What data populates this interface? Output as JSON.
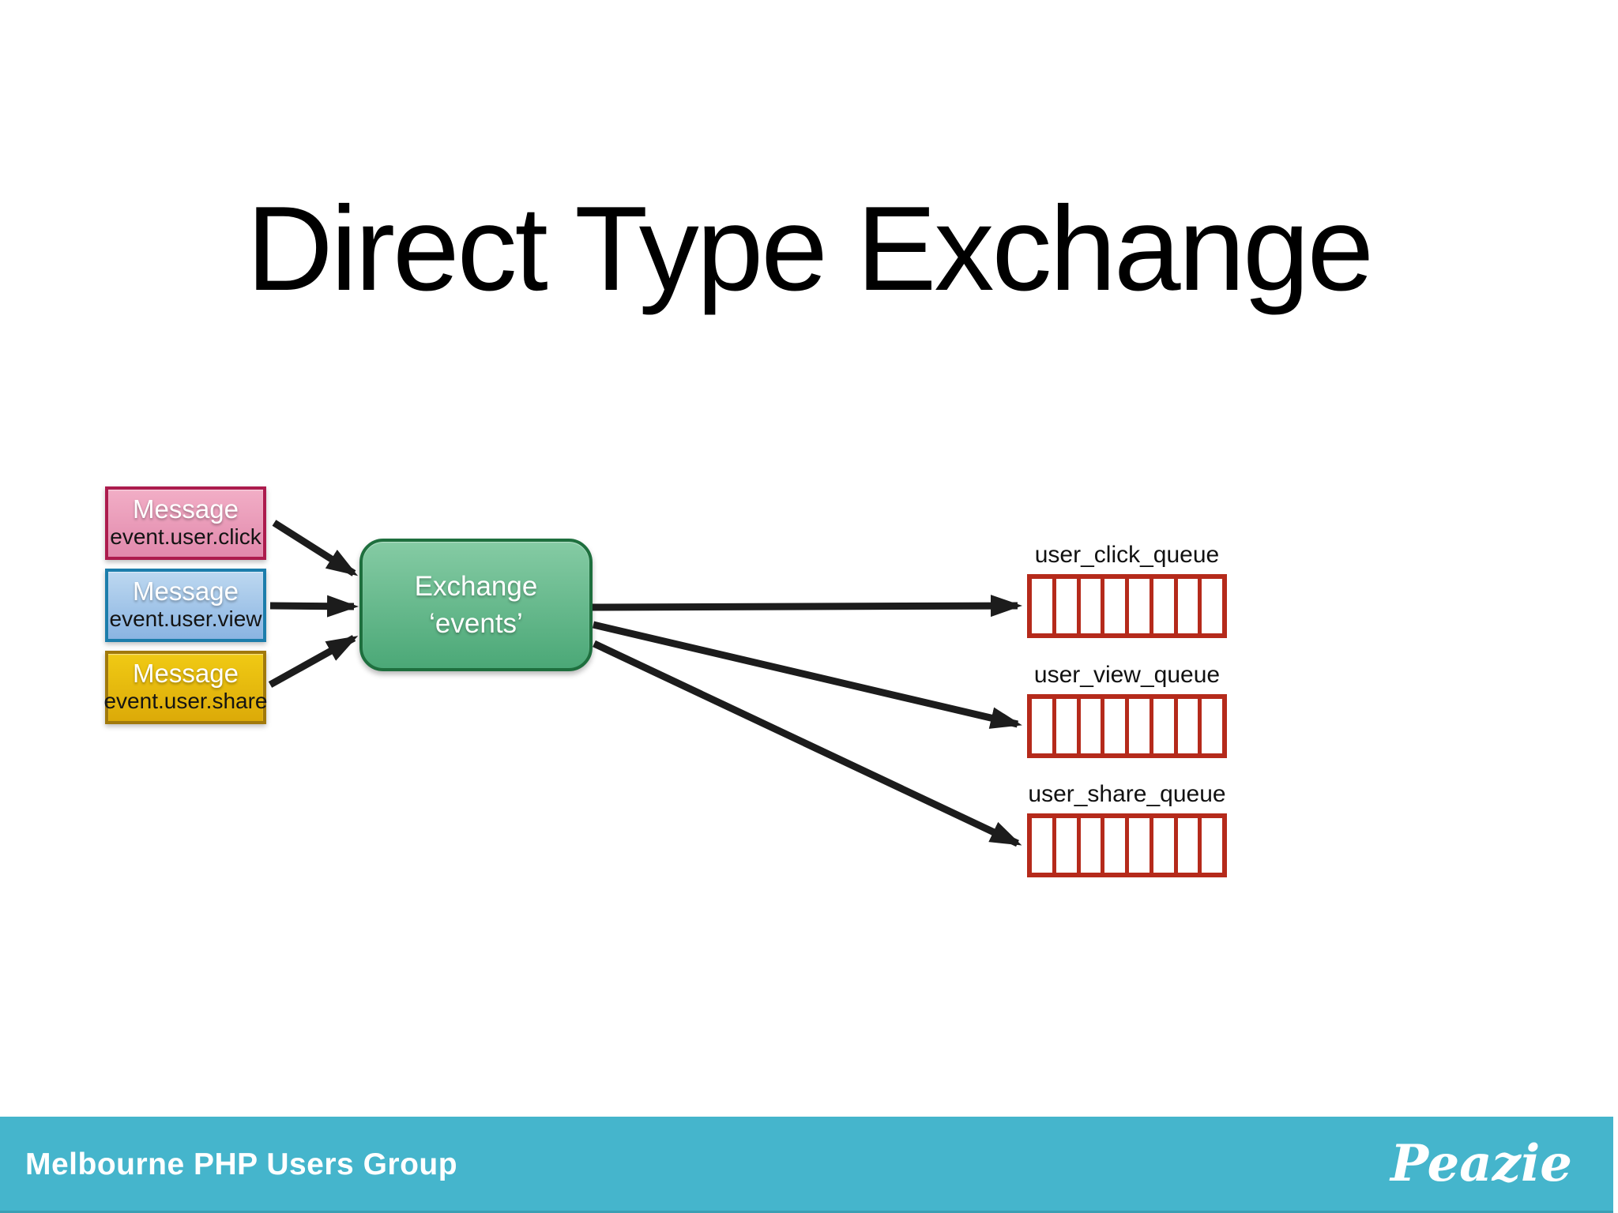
{
  "slide": {
    "title": "Direct Type Exchange",
    "background": "#ffffff"
  },
  "messages": [
    {
      "label": "Message",
      "routing_key": "event.user.click",
      "fill_top": "#f2aec6",
      "fill_bottom": "#e189ac",
      "border": "#ac1b4d"
    },
    {
      "label": "Message",
      "routing_key": "event.user.view",
      "fill_top": "#bdd8f0",
      "fill_bottom": "#8ab4e2",
      "border": "#1c7dab"
    },
    {
      "label": "Message",
      "routing_key": "event.user.share",
      "fill_top": "#f0ca14",
      "fill_bottom": "#dcaa08",
      "border": "#a1790b"
    }
  ],
  "exchange": {
    "label": "Exchange",
    "name": "‘events’",
    "fill_top": "#85cba4",
    "fill_bottom": "#4ba877",
    "border": "#1e6f3e"
  },
  "queues": [
    {
      "label": "user_click_queue",
      "cells": 8,
      "color": "#b52a1b"
    },
    {
      "label": "user_view_queue",
      "cells": 8,
      "color": "#b52a1b"
    },
    {
      "label": "user_share_queue",
      "cells": 8,
      "color": "#b52a1b"
    }
  ],
  "footer": {
    "left_text": "Melbourne PHP Users Group",
    "logo_text": "Peazie",
    "bar_color": "#45b5cc",
    "text_color": "#ffffff"
  },
  "arrow_color": "#1c1c1c"
}
